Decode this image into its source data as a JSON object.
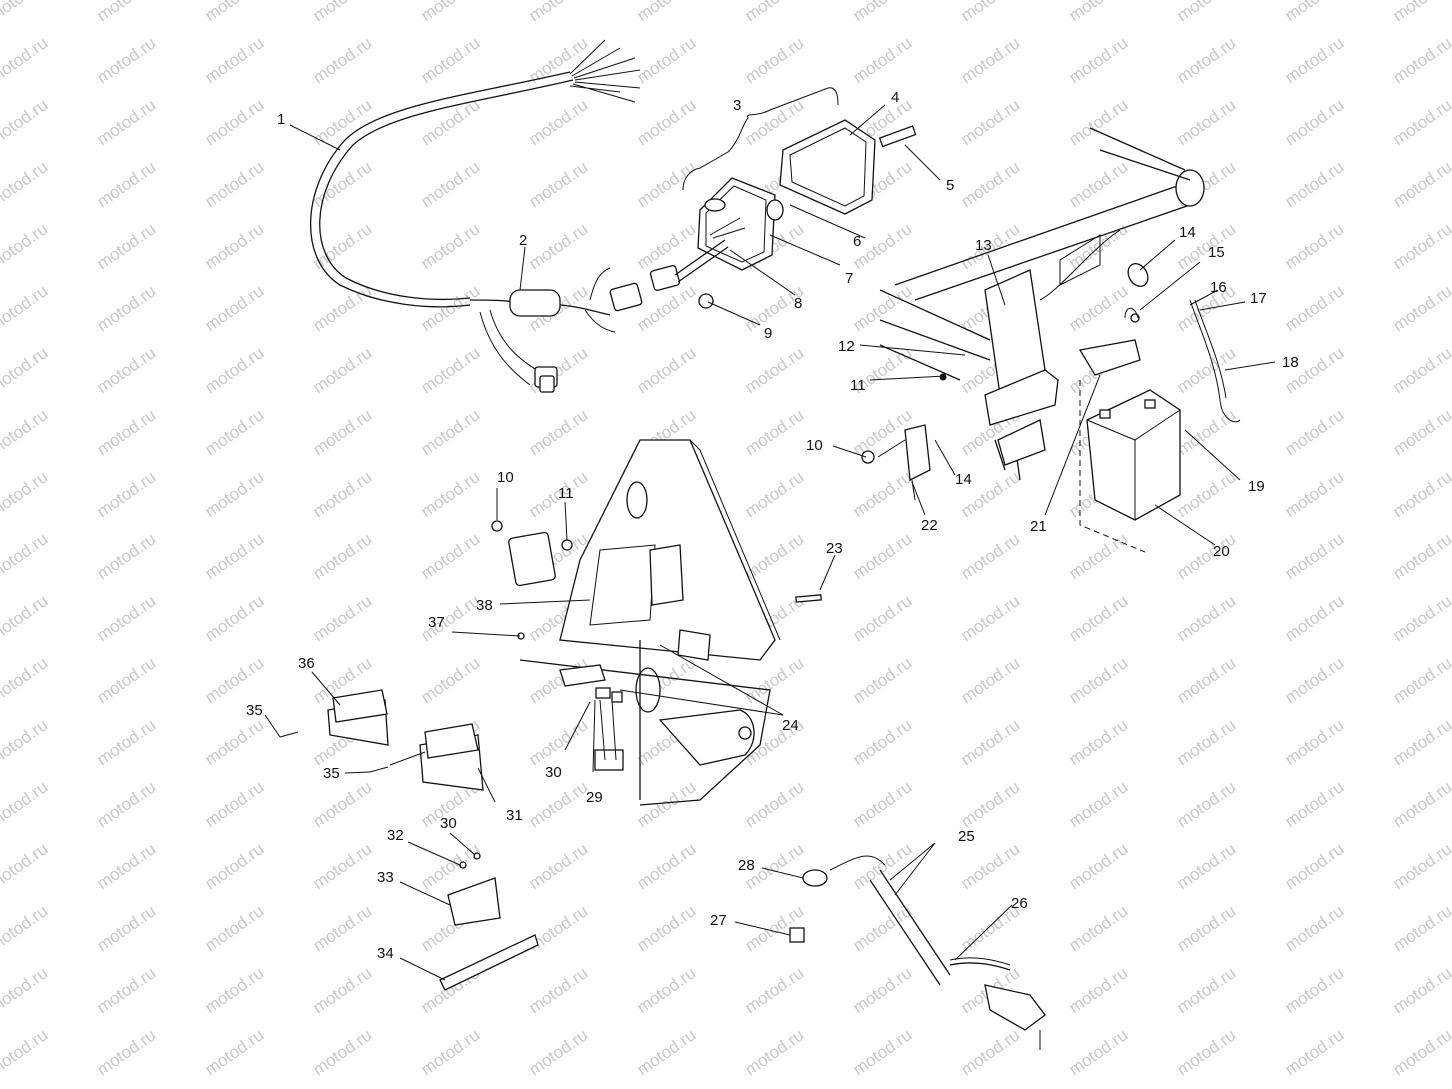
{
  "watermark": "motod.ru",
  "labels": {
    "n1": "1",
    "n2": "2",
    "n3": "3",
    "n4": "4",
    "n5": "5",
    "n6": "6",
    "n7": "7",
    "n8": "8",
    "n9": "9",
    "n10a": "10",
    "n10b": "10",
    "n11a": "11",
    "n11b": "11",
    "n12": "12",
    "n13": "13",
    "n14a": "14",
    "n14b": "14",
    "n15": "15",
    "n16": "16",
    "n17": "17",
    "n18": "18",
    "n19": "19",
    "n20": "20",
    "n21": "21",
    "n22": "22",
    "n23": "23",
    "n24": "24",
    "n25": "25",
    "n26": "26",
    "n27": "27",
    "n28": "28",
    "n29": "29",
    "n30a": "30",
    "n30b": "30",
    "n31": "31",
    "n32": "32",
    "n33": "33",
    "n34": "34",
    "n35a": "35",
    "n35b": "35",
    "n36": "36",
    "n37": "37",
    "n38": "38"
  }
}
